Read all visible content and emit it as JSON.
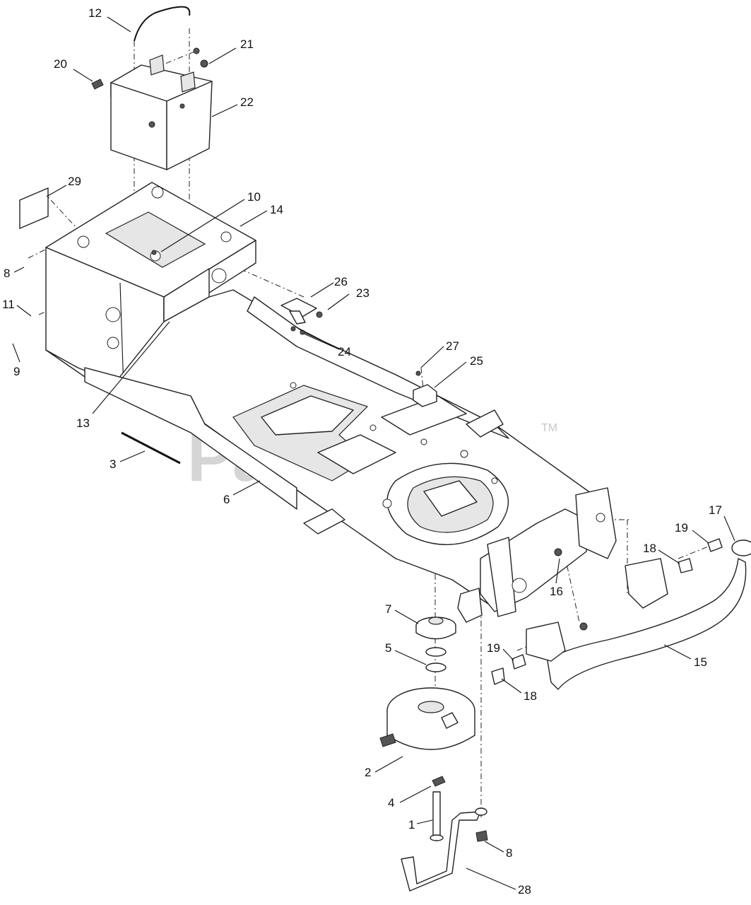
{
  "watermark": {
    "text": "PartsTree",
    "trademark": "TM"
  },
  "callouts": [
    {
      "id": "c12",
      "label": "12"
    },
    {
      "id": "c20",
      "label": "20"
    },
    {
      "id": "c21",
      "label": "21"
    },
    {
      "id": "c22",
      "label": "22"
    },
    {
      "id": "c29",
      "label": "29"
    },
    {
      "id": "c10",
      "label": "10"
    },
    {
      "id": "c14",
      "label": "14"
    },
    {
      "id": "c8a",
      "label": "8"
    },
    {
      "id": "c11",
      "label": "11"
    },
    {
      "id": "c9",
      "label": "9"
    },
    {
      "id": "c26",
      "label": "26"
    },
    {
      "id": "c23",
      "label": "23"
    },
    {
      "id": "c24",
      "label": "24"
    },
    {
      "id": "c27",
      "label": "27"
    },
    {
      "id": "c25",
      "label": "25"
    },
    {
      "id": "c13",
      "label": "13"
    },
    {
      "id": "c3",
      "label": "3"
    },
    {
      "id": "c6",
      "label": "6"
    },
    {
      "id": "c17",
      "label": "17"
    },
    {
      "id": "c19a",
      "label": "19"
    },
    {
      "id": "c18a",
      "label": "18"
    },
    {
      "id": "c16",
      "label": "16"
    },
    {
      "id": "c7",
      "label": "7"
    },
    {
      "id": "c5",
      "label": "5"
    },
    {
      "id": "c19b",
      "label": "19"
    },
    {
      "id": "c15",
      "label": "15"
    },
    {
      "id": "c18b",
      "label": "18"
    },
    {
      "id": "c2",
      "label": "2"
    },
    {
      "id": "c4",
      "label": "4"
    },
    {
      "id": "c1",
      "label": "1"
    },
    {
      "id": "c8b",
      "label": "8"
    },
    {
      "id": "c28",
      "label": "28"
    }
  ]
}
